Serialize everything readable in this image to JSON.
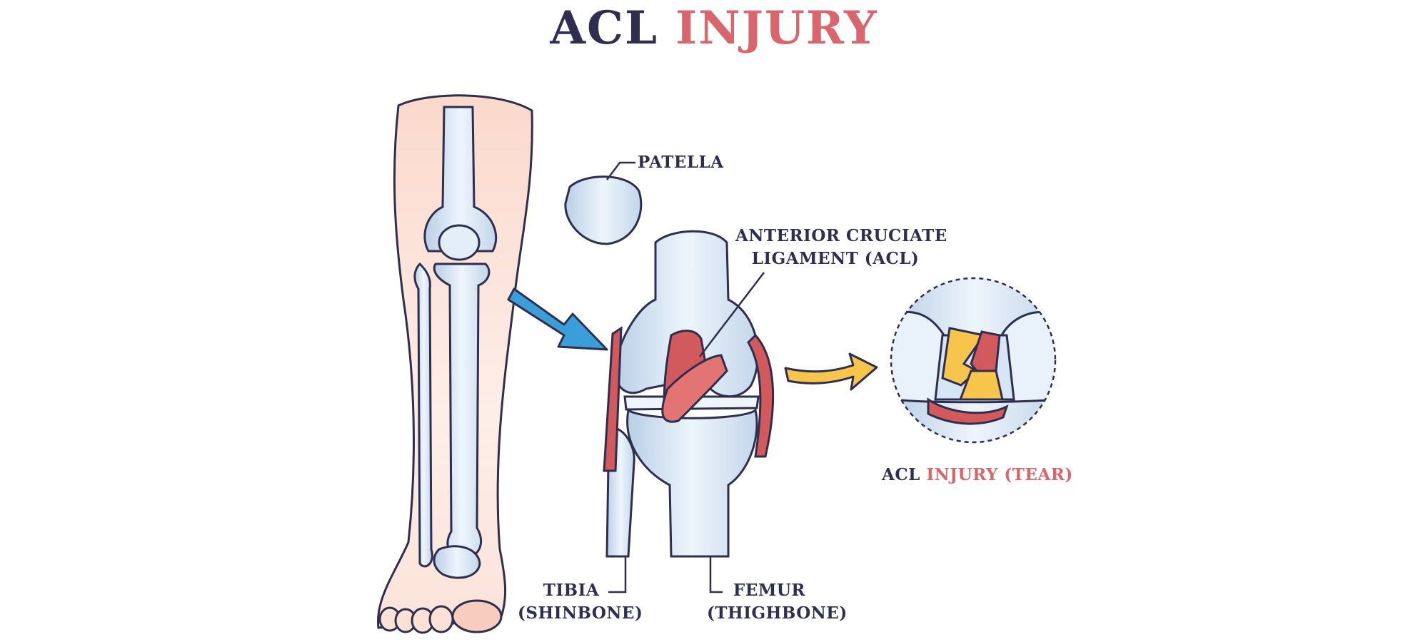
{
  "title": {
    "part1": "ACL",
    "part2": "INJURY"
  },
  "labels": {
    "patella": "PATELLA",
    "acl_line1": "ANTERIOR CRUCIATE",
    "acl_line2": "LIGAMENT (ACL)",
    "tibia_line1": "TIBIA",
    "tibia_line2": "(SHINBONE)",
    "femur_line1": "FEMUR",
    "femur_line2": "(THIGHBONE)",
    "injury_part1": "ACL",
    "injury_part2": "INJURY (TEAR)"
  },
  "colors": {
    "outline": "#2e2f4f",
    "accent_red": "#d9666c",
    "bone": "#d7e6f4",
    "skin": "#fbe1d6",
    "ligament": "#d35a5c",
    "blue_arrow": "#3a9fd8",
    "yellow_arrow": "#f7c54b"
  }
}
